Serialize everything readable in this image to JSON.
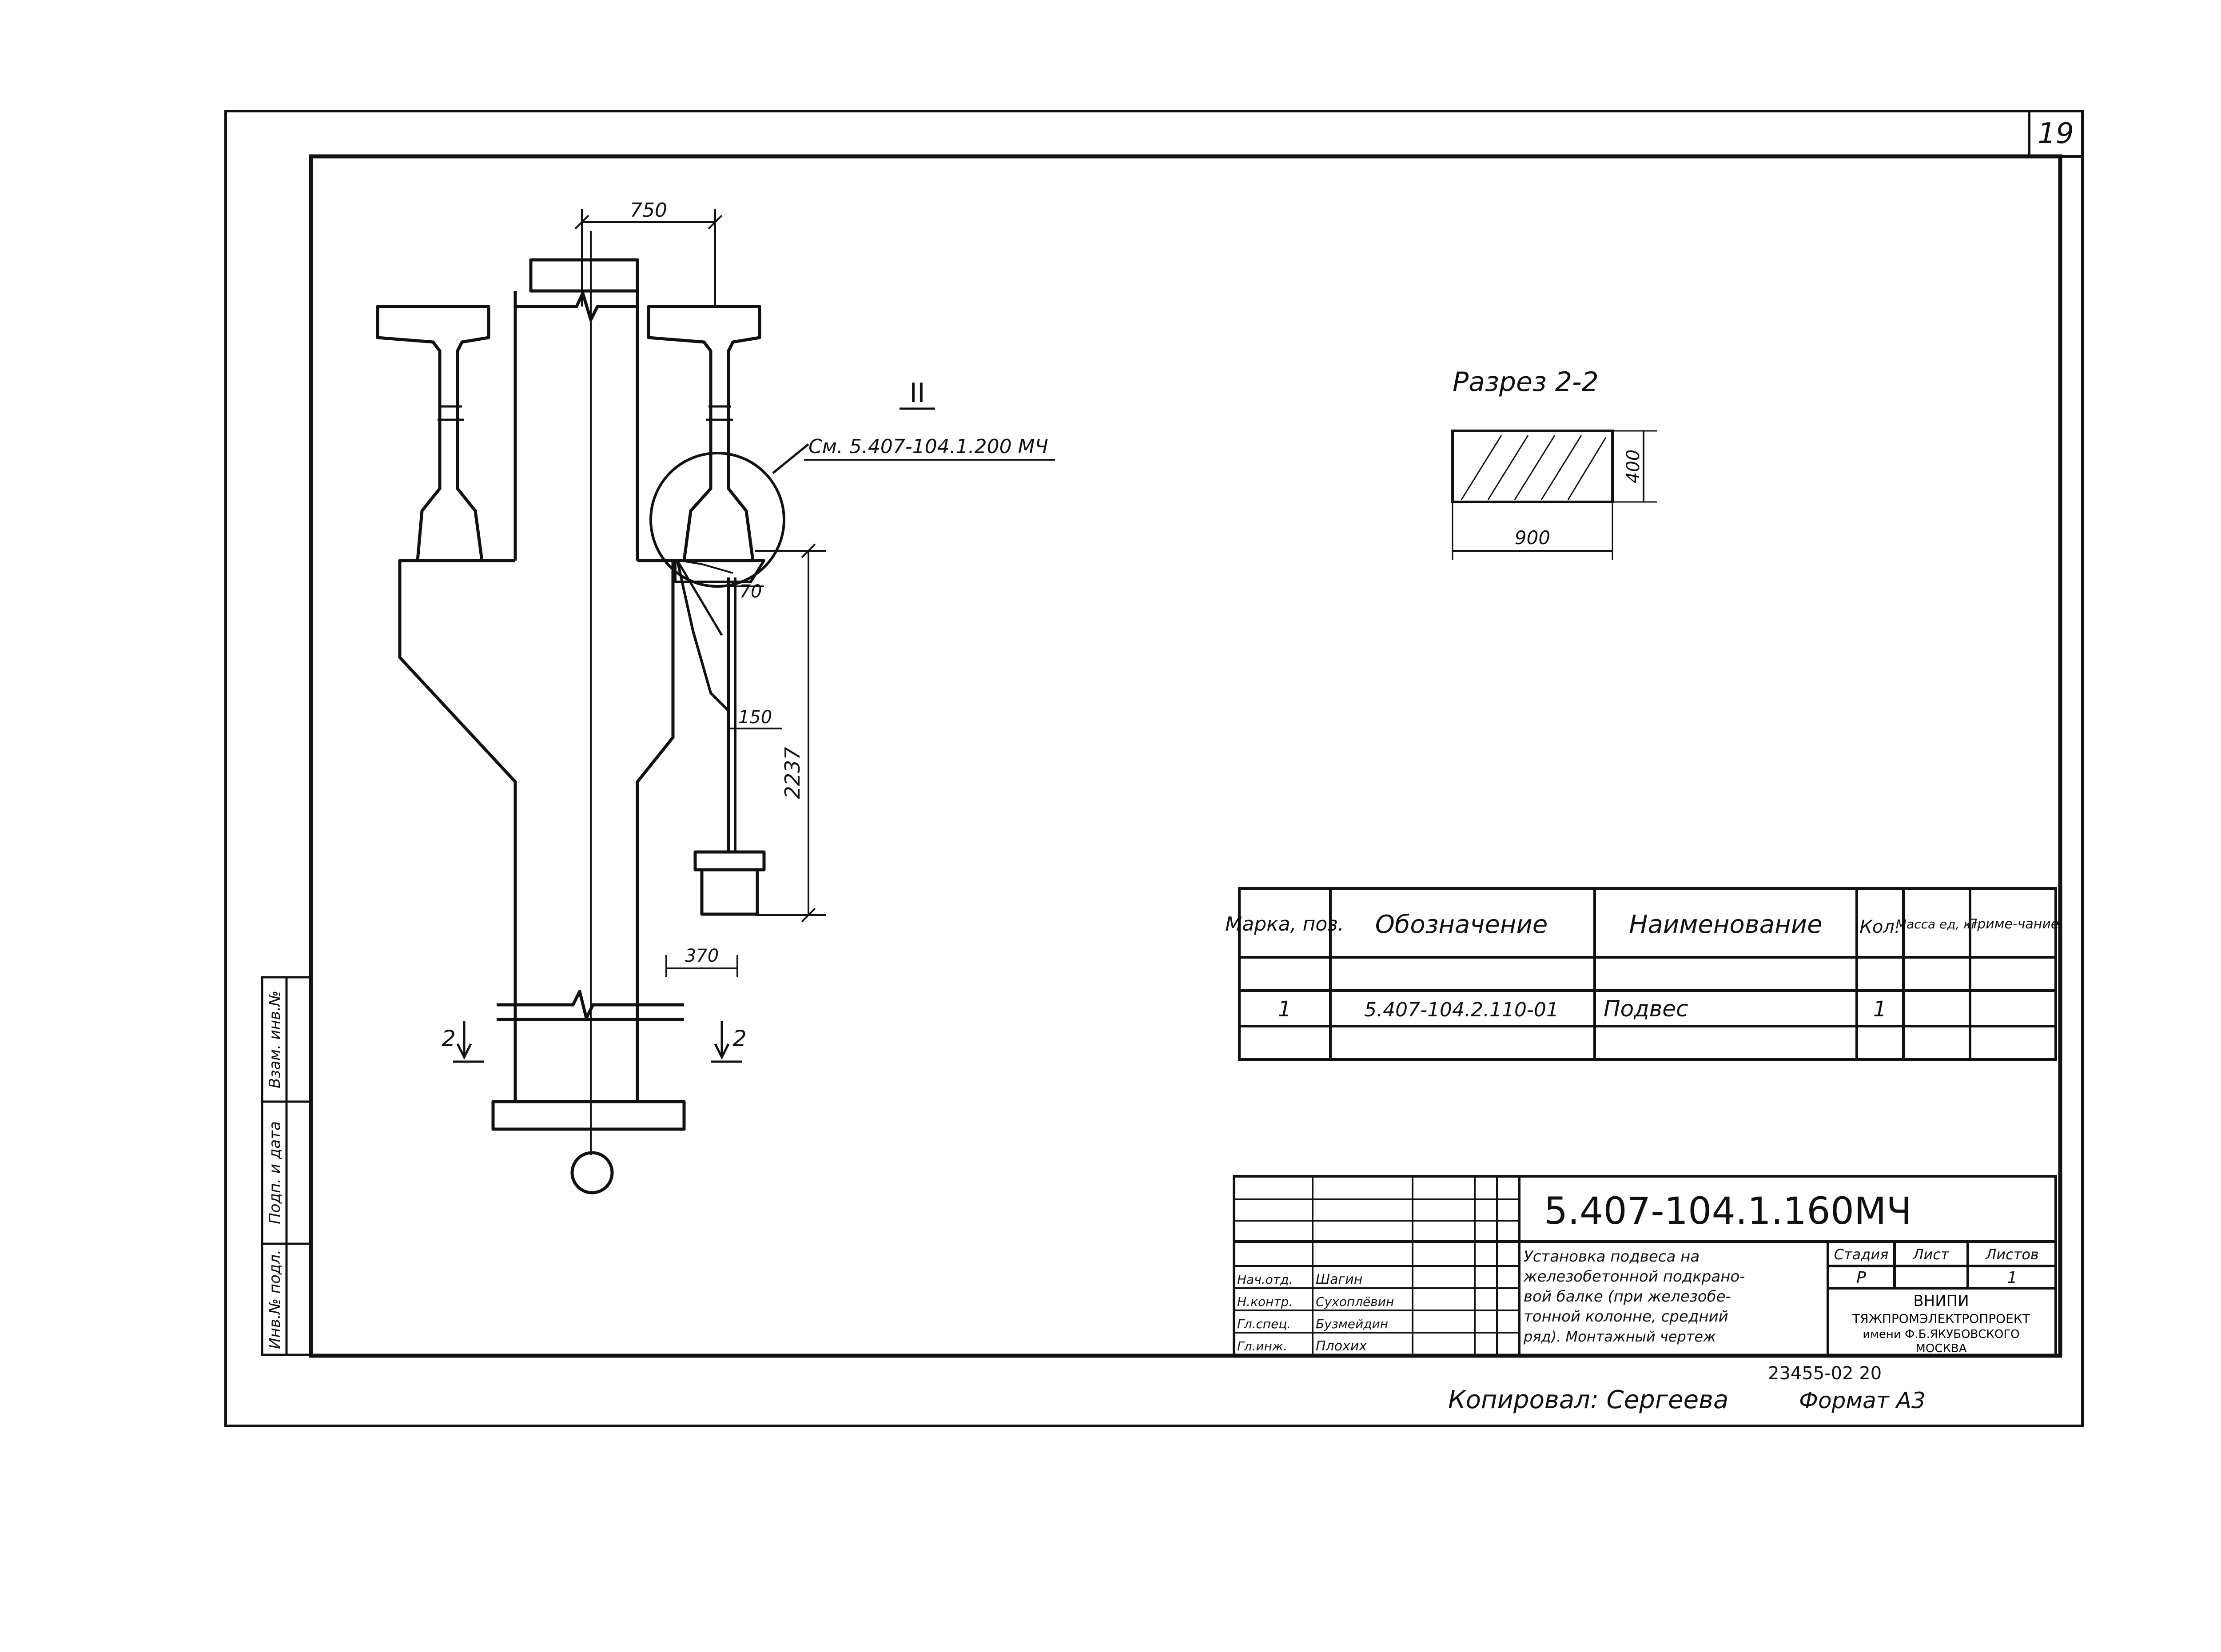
{
  "sheet_number": "19",
  "drawing": {
    "dim_top": "750",
    "dim_bracket": "70",
    "dim_lower": "150",
    "dim_height": "2237",
    "dim_offset": "370",
    "detail_mark": "II",
    "detail_ref": "См. 5.407-104.1.200 МЧ",
    "section_mark_left": "2",
    "section_mark_right": "2"
  },
  "section": {
    "title": "Разрез 2-2",
    "width": "900",
    "height": "400"
  },
  "spec_table": {
    "headers": [
      "Марка, поз.",
      "Обозначение",
      "Наименование",
      "Кол.",
      "Масса ед, кг",
      "Приме-чание"
    ],
    "rows": [
      [
        "",
        "",
        "",
        "",
        "",
        ""
      ],
      [
        "1",
        "5.407-104.2.110-01",
        "Подвес",
        "1",
        "",
        ""
      ],
      [
        "",
        "",
        "",
        "",
        "",
        ""
      ]
    ]
  },
  "title_block": {
    "code": "5.407-104.1.160МЧ",
    "description": [
      "Установка подвеса на",
      "железобетонной подкрано-",
      "вой балке (при железобе-",
      "тонной колонне, средний",
      "ряд). Монтажный чертеж"
    ],
    "stage_label": "Стадия",
    "sheet_label": "Лист",
    "sheets_label": "Листов",
    "stage_value": "Р",
    "sheet_value": "",
    "sheets_value": "1",
    "org": [
      "ВНИПИ",
      "ТЯЖПРОМЭЛЕКТРОПРОЕКТ",
      "имени Ф.Б.ЯКУБОВСКОГО",
      "МОСКВА"
    ],
    "staff": [
      {
        "role": "Нач.отд.",
        "name": "Шагин"
      },
      {
        "role": "Н.контр.",
        "name": "Сухоплёвин"
      },
      {
        "role": "Гл.спец.",
        "name": "Бузмейдин"
      },
      {
        "role": "Гл.инж.",
        "name": "Плохих"
      }
    ]
  },
  "side_stamp": [
    "Инв.№ подл.",
    "Подп. и дата",
    "Взам. инв.№"
  ],
  "footer": {
    "order": "23455-02 20",
    "copied": "Копировал: Сергеева",
    "format": "Формат А3"
  }
}
